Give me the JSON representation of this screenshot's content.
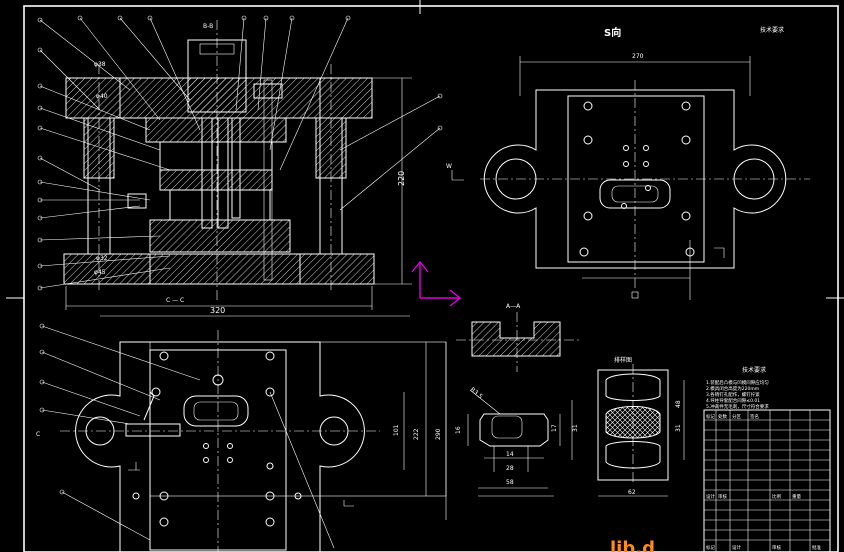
{
  "drawing": {
    "main_view": {
      "top_tag": "B-B",
      "height_dim": "220",
      "section_mark": "C — C",
      "width_dim": "320",
      "label_a": "φ38",
      "label_b": "φ40",
      "label_c": "φ32",
      "label_d": "φ45"
    },
    "top_view": {
      "title": "S向",
      "side_note": "技术要求",
      "width_dim": "270",
      "side_tag": "W"
    },
    "section_view": {
      "tag": "A—A"
    },
    "bottom_view": {
      "dim_1": "222",
      "dim_2": "101",
      "dim_3": "290",
      "side_tag": "C"
    },
    "part_view": {
      "top_dim": "R3.5",
      "dim_left": "16",
      "dim_right_a": "17",
      "dim_right_b": "31",
      "dim_bottom_a": "14",
      "dim_bottom_b": "28",
      "dim_bottom_c": "58"
    },
    "strip_view": {
      "title": "排样图",
      "dim_top": "48",
      "dim_mid": "31",
      "dim_bottom": "62"
    },
    "notes": {
      "title": "技术要求",
      "lines": [
        "1.装配后凸模与凹模间隙应均匀",
        "2.模具闭合高度为220mm",
        "3.各销钉孔配作，螺钉拧紧",
        "4.导柱导套配合间隙≤0.01",
        "5.冲裁件无毛刺，尺寸符合要求"
      ]
    },
    "title_block": {
      "row1": [
        "标记",
        "处数",
        "分区",
        "签名"
      ],
      "row2": [
        "设计",
        "审核",
        "比例",
        "重量"
      ],
      "bottom": [
        "标记",
        "设计",
        "审核",
        "批准"
      ]
    },
    "watermark": "lib.d"
  }
}
